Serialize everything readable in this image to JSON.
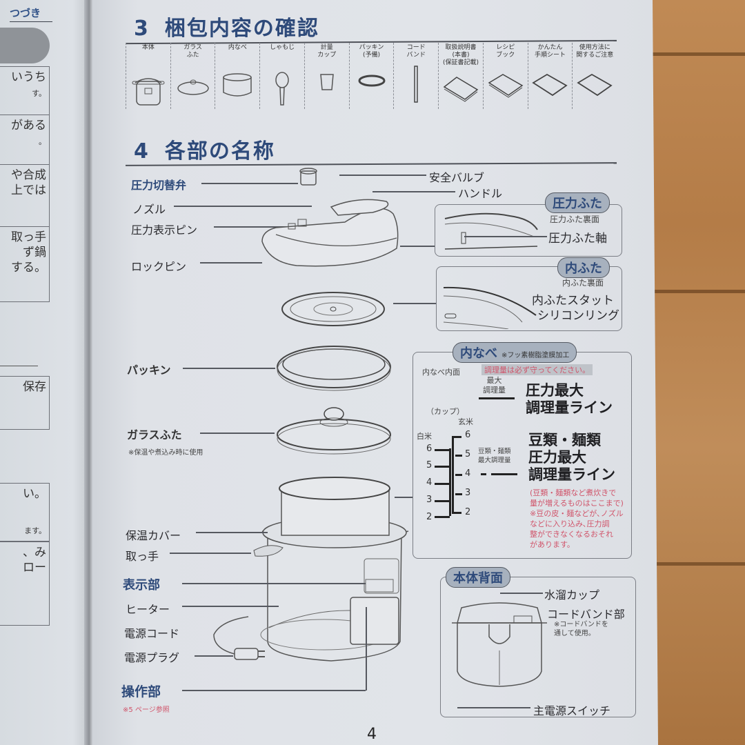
{
  "left_page": {
    "continued_label": "つづき",
    "fragments": [
      "いうち",
      "す。",
      "がある",
      "。",
      "や合成\n上では",
      "取っ手\nず鍋\nする。",
      "保存",
      "い。",
      "ます。",
      "、み\nロー"
    ]
  },
  "section3": {
    "number": "3",
    "title": "梱包内容の確認",
    "items": [
      {
        "label": "本体",
        "icon": "pressure-cooker-icon"
      },
      {
        "label": "ガラス\nふた",
        "icon": "glass-lid-icon"
      },
      {
        "label": "内なべ",
        "icon": "inner-pot-icon"
      },
      {
        "label": "しゃもじ",
        "icon": "rice-paddle-icon"
      },
      {
        "label": "計量\nカップ",
        "icon": "measuring-cup-icon"
      },
      {
        "label": "パッキン\n(予備)",
        "icon": "gasket-icon"
      },
      {
        "label": "コード\nバンド",
        "icon": "cord-band-icon"
      },
      {
        "label": "取扱説明書\n(本書)\n(保証書記載)",
        "icon": "manual-icon"
      },
      {
        "label": "レシピ\nブック",
        "icon": "recipe-book-icon"
      },
      {
        "label": "かんたん\n手順シート",
        "icon": "quick-guide-icon"
      },
      {
        "label": "使用方法に\n関するご注意",
        "icon": "caution-sheet-icon"
      }
    ]
  },
  "section4": {
    "number": "4",
    "title": "各部の名称",
    "lid_labels": {
      "pressure_switch_valve": "圧力切替弁",
      "nozzle": "ノズル",
      "pressure_indicator_pin": "圧力表示ピン",
      "lock_pin": "ロックピン",
      "safety_valve": "安全バルブ",
      "handle": "ハンドル"
    },
    "pressure_lid_box": {
      "title": "圧力ふた",
      "subtitle": "圧力ふた裏面",
      "part": "圧力ふた軸"
    },
    "inner_lid_box": {
      "title": "内ふた",
      "subtitle": "内ふた裏面",
      "parts": [
        "内ふたスタット",
        "シリコンリング"
      ]
    },
    "gasket_label": "パッキン",
    "glass_lid_label": "ガラスふた",
    "glass_lid_note": "※保温や煮込み時に使用",
    "inner_pot_box": {
      "title": "内なべ",
      "title_note": "※フッ素樹脂塗膜加工",
      "warning": "調理量は必ず守ってください。",
      "inner_surface": "内なべ内面",
      "max_label": "最大\n調理量",
      "max_line": "圧力最大\n調理量ライン",
      "cup_label": "（カップ）",
      "white_rice": "白米",
      "brown_rice": "玄米",
      "white_rice_scale": [
        "6",
        "5",
        "4",
        "3",
        "2"
      ],
      "brown_rice_scale": [
        "6",
        "5",
        "4",
        "3",
        "2"
      ],
      "beans_small": "豆類・麺類\n最大調理量",
      "beans_line": "豆類・麺類\n圧力最大\n調理量ライン",
      "beans_note": "(豆類・麺類など煮炊きで\n量が増えるものはここまで)\n※豆の皮・麺などが､ノズル\nなどに入り込み､圧力調\n整ができなくなるおそれ\nがあります。"
    },
    "body_labels": {
      "warming_cover": "保温カバー",
      "handle_grip": "取っ手",
      "display": "表示部",
      "heater": "ヒーター",
      "power_cord": "電源コード",
      "power_plug": "電源プラグ",
      "control_panel": "操作部",
      "control_note": "※5 ページ参照"
    },
    "back_box": {
      "title": "本体背面",
      "water_cup": "水溜カップ",
      "cord_band_part": "コードバンド部",
      "cord_band_note": "※コードバンドを\n通して使用。",
      "main_switch": "主電源スイッチ"
    }
  },
  "page_number": "4",
  "colors": {
    "heading_blue": "#2e4a7a",
    "warning_red": "#d0546a",
    "pill_fill": "#a7b1be",
    "paper": "#e1e4e9",
    "wood": "#b07c48"
  }
}
